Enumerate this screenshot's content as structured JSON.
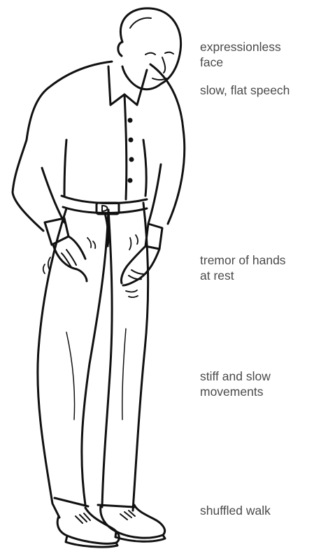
{
  "labels": {
    "face": "expressionless\nface",
    "speech": "slow, flat speech",
    "tremor": "tremor of hands\nat rest",
    "stiff": "stiff and slow\nmovements",
    "walk": "shuffled walk"
  },
  "colors": {
    "line": "#111111",
    "text": "#4a4a4a",
    "background": "#ffffff"
  }
}
